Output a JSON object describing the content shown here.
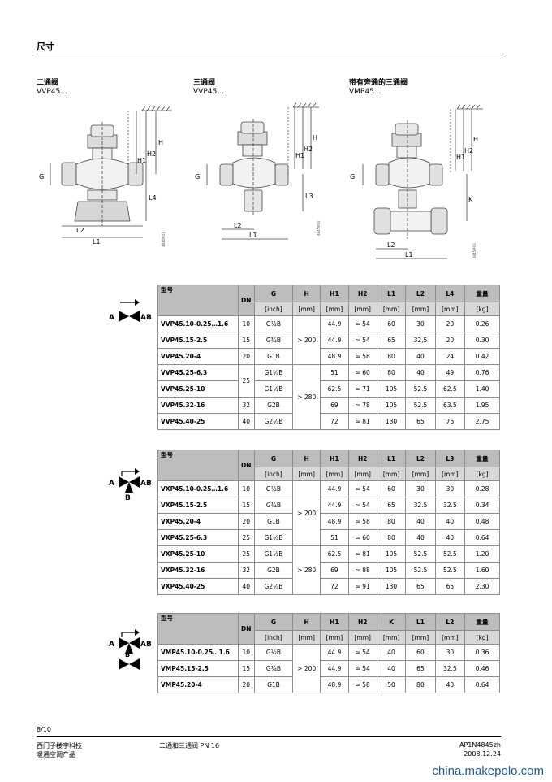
{
  "section_title": "尺寸",
  "variants": [
    {
      "title_cn": "二通阀",
      "code": "VVP45...",
      "fig_id": "4845M01"
    },
    {
      "title_cn": "三通阀",
      "code": "VVP45...",
      "fig_id": "4845M02"
    },
    {
      "title_cn": "带有旁通的三通阀",
      "code": "VMP45...",
      "fig_id": "4845M03"
    }
  ],
  "dim_labels": {
    "H": "H",
    "H1": "H1",
    "H2": "H2",
    "G": "G",
    "L1": "L1",
    "L2": "L2",
    "L3": "L3",
    "L4": "L4",
    "K": "K"
  },
  "symbol_ports": {
    "A": "A",
    "AB": "AB",
    "B": "B"
  },
  "table1": {
    "headers": [
      "型号",
      "DN",
      "G",
      "H",
      "H1",
      "H2",
      "L1",
      "L2",
      "L4",
      "重量"
    ],
    "units": [
      "[inch]",
      "[mm]",
      "[mm]",
      "[mm]",
      "[mm]",
      "[mm]",
      "[mm]",
      "[kg]"
    ],
    "h_groups": [
      "> 200",
      "> 280"
    ],
    "dn_merged": "25",
    "rows": [
      {
        "name": "VVP45.10-0.25…1.6",
        "dn": "10",
        "g": "G½B",
        "h1": "44.9",
        "h2": "≈ 54",
        "l1": "60",
        "l2": "30",
        "l4": "20",
        "w": "0.26"
      },
      {
        "name": "VVP45.15-2.5",
        "dn": "15",
        "g": "G¾B",
        "h1": "44.9",
        "h2": "≈ 54",
        "l1": "65",
        "l2": "32,5",
        "l4": "20",
        "w": "0.30"
      },
      {
        "name": "VVP45.20-4",
        "dn": "20",
        "g": "G1B",
        "h1": "48.9",
        "h2": "≈ 58",
        "l1": "80",
        "l2": "40",
        "l4": "24",
        "w": "0.42"
      },
      {
        "name": "VVP45.25-6.3",
        "dn": "",
        "g": "G1¼B",
        "h1": "51",
        "h2": "≈ 60",
        "l1": "80",
        "l2": "40",
        "l4": "49",
        "w": "0.76"
      },
      {
        "name": "VVP45.25-10",
        "dn": "",
        "g": "G1½B",
        "h1": "62.5",
        "h2": "≈ 71",
        "l1": "105",
        "l2": "52.5",
        "l4": "62.5",
        "w": "1.40"
      },
      {
        "name": "VVP45.32-16",
        "dn": "32",
        "g": "G2B",
        "h1": "69",
        "h2": "≈ 78",
        "l1": "105",
        "l2": "52.5",
        "l4": "63.5",
        "w": "1.95"
      },
      {
        "name": "VVP45.40-25",
        "dn": "40",
        "g": "G2¼B",
        "h1": "72",
        "h2": "≈ 81",
        "l1": "130",
        "l2": "65",
        "l4": "76",
        "w": "2.75"
      }
    ]
  },
  "table2": {
    "headers": [
      "型号",
      "DN",
      "G",
      "H",
      "H1",
      "H2",
      "L1",
      "L2",
      "L3",
      "重量"
    ],
    "units": [
      "[inch]",
      "[mm]",
      "[mm]",
      "[mm]",
      "[mm]",
      "[mm]",
      "[mm]",
      "[kg]"
    ],
    "h_groups": [
      "> 200",
      "> 280"
    ],
    "rows": [
      {
        "name": "VXP45.10-0.25…1.6",
        "dn": "10",
        "g": "G½B",
        "h1": "44.9",
        "h2": "≈ 54",
        "l1": "60",
        "l2": "30",
        "l3": "30",
        "w": "0.28"
      },
      {
        "name": "VXP45.15-2.5",
        "dn": "15",
        "g": "G¾B",
        "h1": "44.9",
        "h2": "≈ 54",
        "l1": "65",
        "l2": "32.5",
        "l3": "32.5",
        "w": "0.34"
      },
      {
        "name": "VXP45.20-4",
        "dn": "20",
        "g": "G1B",
        "h1": "48.9",
        "h2": "≈ 58",
        "l1": "80",
        "l2": "40",
        "l3": "40",
        "w": "0.48"
      },
      {
        "name": "VXP45.25-6.3",
        "dn": "25",
        "g": "G1¼B",
        "h1": "51",
        "h2": "≈ 60",
        "l1": "80",
        "l2": "40",
        "l3": "40",
        "w": "0.64"
      },
      {
        "name": "VXP45.25-10",
        "dn": "25",
        "g": "G1½B",
        "h1": "62.5",
        "h2": "≈ 81",
        "l1": "105",
        "l2": "52.5",
        "l3": "52.5",
        "w": "1.20"
      },
      {
        "name": "VXP45.32-16",
        "dn": "32",
        "g": "G2B",
        "h1": "69",
        "h2": "≈ 88",
        "l1": "105",
        "l2": "52.5",
        "l3": "52.5",
        "w": "1.60"
      },
      {
        "name": "VXP45.40-25",
        "dn": "40",
        "g": "G2¼B",
        "h1": "72",
        "h2": "≈ 91",
        "l1": "130",
        "l2": "65",
        "l3": "65",
        "w": "2.30"
      }
    ]
  },
  "table3": {
    "headers": [
      "型号",
      "DN",
      "G",
      "H",
      "H1",
      "H2",
      "K",
      "L1",
      "L2",
      "重量"
    ],
    "units": [
      "[inch]",
      "[mm]",
      "[mm]",
      "[mm]",
      "[mm]",
      "[mm]",
      "[mm]",
      "[kg]"
    ],
    "h_group": "> 200",
    "rows": [
      {
        "name": "VMP45.10-0.25…1.6",
        "dn": "10",
        "g": "G½B",
        "h1": "44.9",
        "h2": "≈ 54",
        "k": "40",
        "l1": "60",
        "l2": "30",
        "w": "0.36"
      },
      {
        "name": "VMP45.15-2.5",
        "dn": "15",
        "g": "G¾B",
        "h1": "44.9",
        "h2": "≈ 54",
        "k": "40",
        "l1": "65",
        "l2": "32.5",
        "w": "0.46"
      },
      {
        "name": "VMP45.20-4",
        "dn": "20",
        "g": "G1B",
        "h1": "48.9",
        "h2": "≈ 58",
        "k": "50",
        "l1": "80",
        "l2": "40",
        "w": "0.64"
      }
    ]
  },
  "footer": {
    "page": "8/10",
    "company_line1": "西门子楼宇科技",
    "company_line2": "暖通空调产品",
    "doc_title": "二通和三通阀 PN 16",
    "doc_code": "AP1N4845zh",
    "date": "2008.12.24"
  },
  "watermark": "china.makepolo.com"
}
